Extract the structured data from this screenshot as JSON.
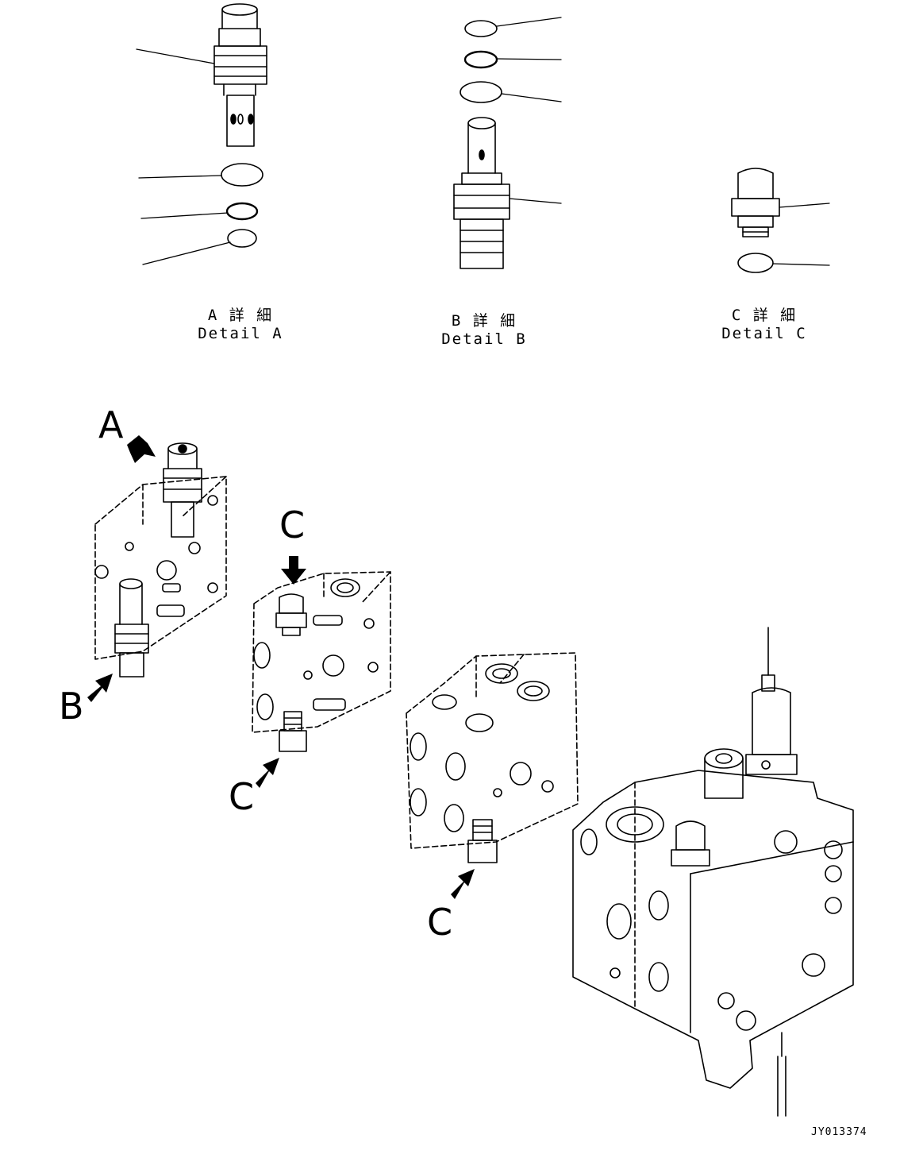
{
  "captions": {
    "a": {
      "jp": "A 詳 細",
      "en": "Detail A"
    },
    "b": {
      "jp": "B 詳 細",
      "en": "Detail B"
    },
    "c": {
      "jp": "C 詳 細",
      "en": "Detail C"
    }
  },
  "callouts": {
    "a": "A",
    "b": "B",
    "c1": "C",
    "c2": "C",
    "c3": "C"
  },
  "drawing_code": "JY013374"
}
